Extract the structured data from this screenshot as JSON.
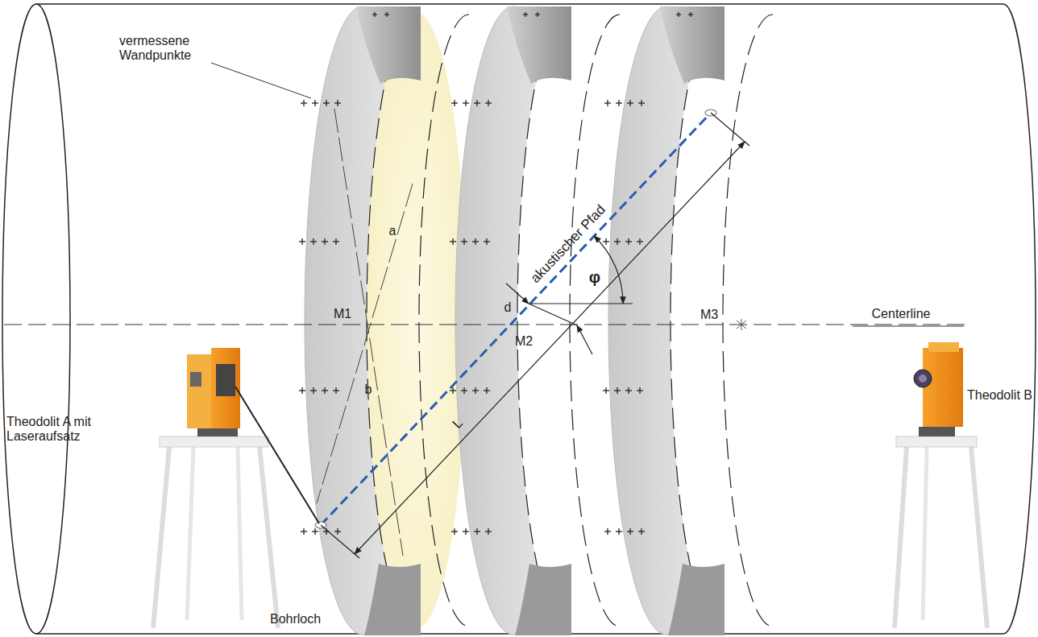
{
  "diagram": {
    "labels": [
      "vermessene Wandpunkte",
      "a",
      "b",
      "M1",
      "akustischer Pfad",
      "d",
      "φ",
      "M2",
      "M3",
      "Centerline",
      "Theodolit A mit Laseraufsatz",
      "Theodolit B",
      "L",
      "Bohrloch"
    ]
  }
}
